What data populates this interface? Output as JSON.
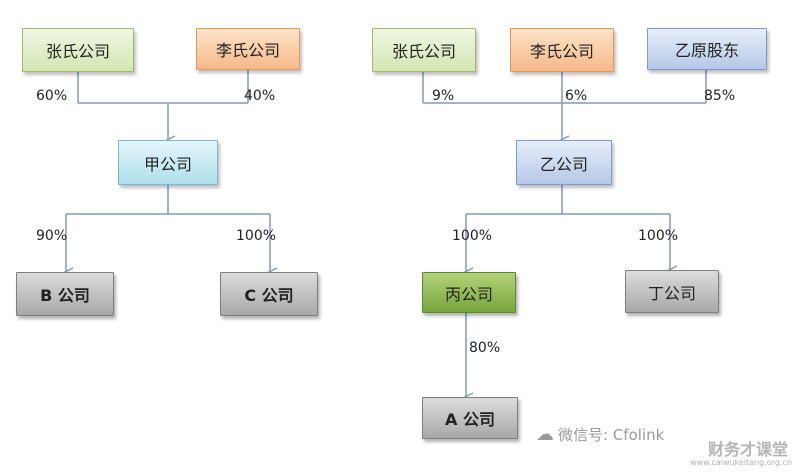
{
  "left": {
    "shareholders": [
      "张氏公司",
      "李氏公司"
    ],
    "holding_pcts": [
      "60%",
      "40%"
    ],
    "middle": "甲公司",
    "subsidiary_pcts": [
      "90%",
      "100%"
    ],
    "subsidiaries": [
      "B 公司",
      "C 公司"
    ]
  },
  "right": {
    "shareholders": [
      "张氏公司",
      "李氏公司",
      "乙原股东"
    ],
    "holding_pcts": [
      "9%",
      "6%",
      "85%"
    ],
    "middle": "乙公司",
    "subsidiary_pcts": [
      "100%",
      "100%"
    ],
    "subsidiaries": [
      "丙公司",
      "丁公司"
    ],
    "sub_pct": "80%",
    "sub_company": "A 公司"
  },
  "watermark": {
    "wechat": "微信号: Cfolink",
    "brand": "财务才课堂",
    "url": "www.caiwukeitang.org.cn"
  },
  "colors": {
    "line": "#7f9bb8",
    "green": "#d3e6b2",
    "orange": "#f6b98a",
    "blue": "#b5c8e8",
    "cyan": "#aedfec",
    "gray": "#a8a8a8",
    "dark_green": "#77a53c"
  }
}
